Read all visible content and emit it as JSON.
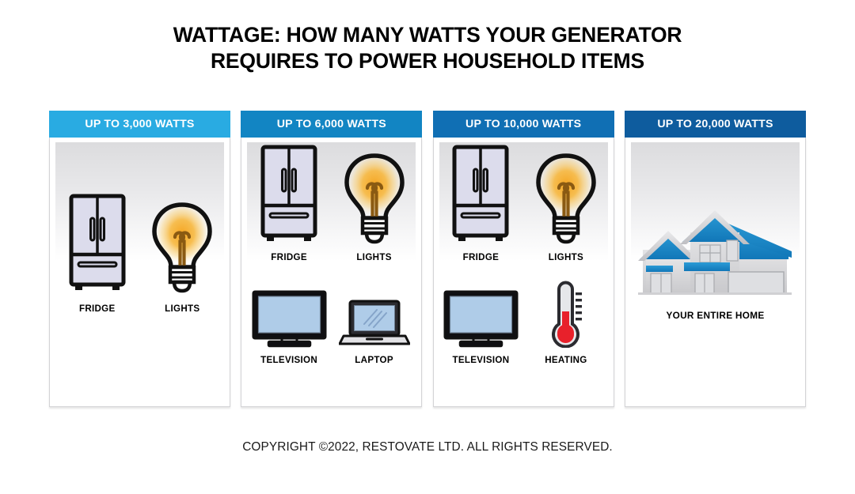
{
  "title": {
    "line1": "WATTAGE: HOW MANY WATTS YOUR GENERATOR",
    "line2": "REQUIRES TO POWER HOUSEHOLD ITEMS"
  },
  "footer": "COPYRIGHT ©2022, RESTOVATE LTD. ALL RIGHTS RESERVED.",
  "colors": {
    "header_1": "#29ABE2",
    "header_2": "#1285C3",
    "header_3": "#106FB4",
    "header_4": "#0E5C9E",
    "roof_blue": "#1C8AC9",
    "siding_gray": "#D8D8DA",
    "bulb_glow": "#F5A623",
    "thermo_red": "#E8212B",
    "screen_blue": "#AFCCE8",
    "fridge_panel": "#DCDCEC"
  },
  "cards": [
    {
      "header": "UP TO 3,000 WATTS",
      "layout": "two",
      "items": [
        {
          "label": "FRIDGE",
          "icon": "fridge-icon"
        },
        {
          "label": "LIGHTS",
          "icon": "lightbulb-icon"
        }
      ]
    },
    {
      "header": "UP TO 6,000 WATTS",
      "layout": "four",
      "items": [
        {
          "label": "FRIDGE",
          "icon": "fridge-icon"
        },
        {
          "label": "LIGHTS",
          "icon": "lightbulb-icon"
        },
        {
          "label": "TELEVISION",
          "icon": "television-icon"
        },
        {
          "label": "LAPTOP",
          "icon": "laptop-icon"
        }
      ]
    },
    {
      "header": "UP TO 10,000 WATTS",
      "layout": "four",
      "items": [
        {
          "label": "FRIDGE",
          "icon": "fridge-icon"
        },
        {
          "label": "LIGHTS",
          "icon": "lightbulb-icon"
        },
        {
          "label": "TELEVISION",
          "icon": "television-icon"
        },
        {
          "label": "HEATING",
          "icon": "thermometer-icon"
        }
      ]
    },
    {
      "header": "UP TO 20,000 WATTS",
      "layout": "house",
      "items": [
        {
          "label": "YOUR ENTIRE HOME",
          "icon": "house-icon"
        }
      ]
    }
  ]
}
